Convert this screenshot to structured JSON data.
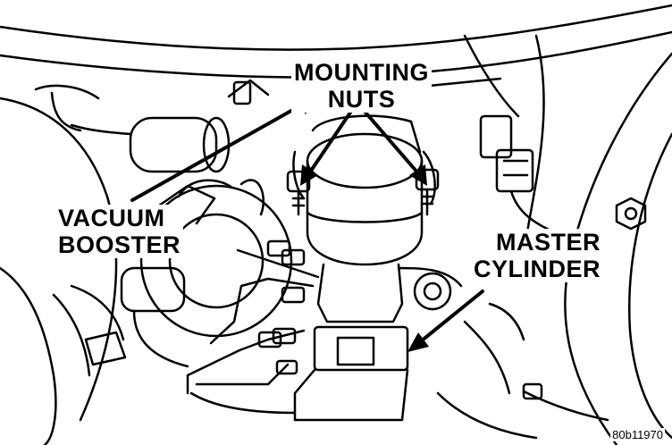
{
  "labels": {
    "mounting_nuts": [
      "MOUNTING",
      "NUTS"
    ],
    "vacuum_booster": [
      "VACUUM",
      "BOOSTER"
    ],
    "master_cylinder": [
      "MASTER",
      "CYLINDER"
    ]
  },
  "figure_id": "80b11970",
  "colors": {
    "ink": "#000000",
    "paper": "#ffffff"
  }
}
